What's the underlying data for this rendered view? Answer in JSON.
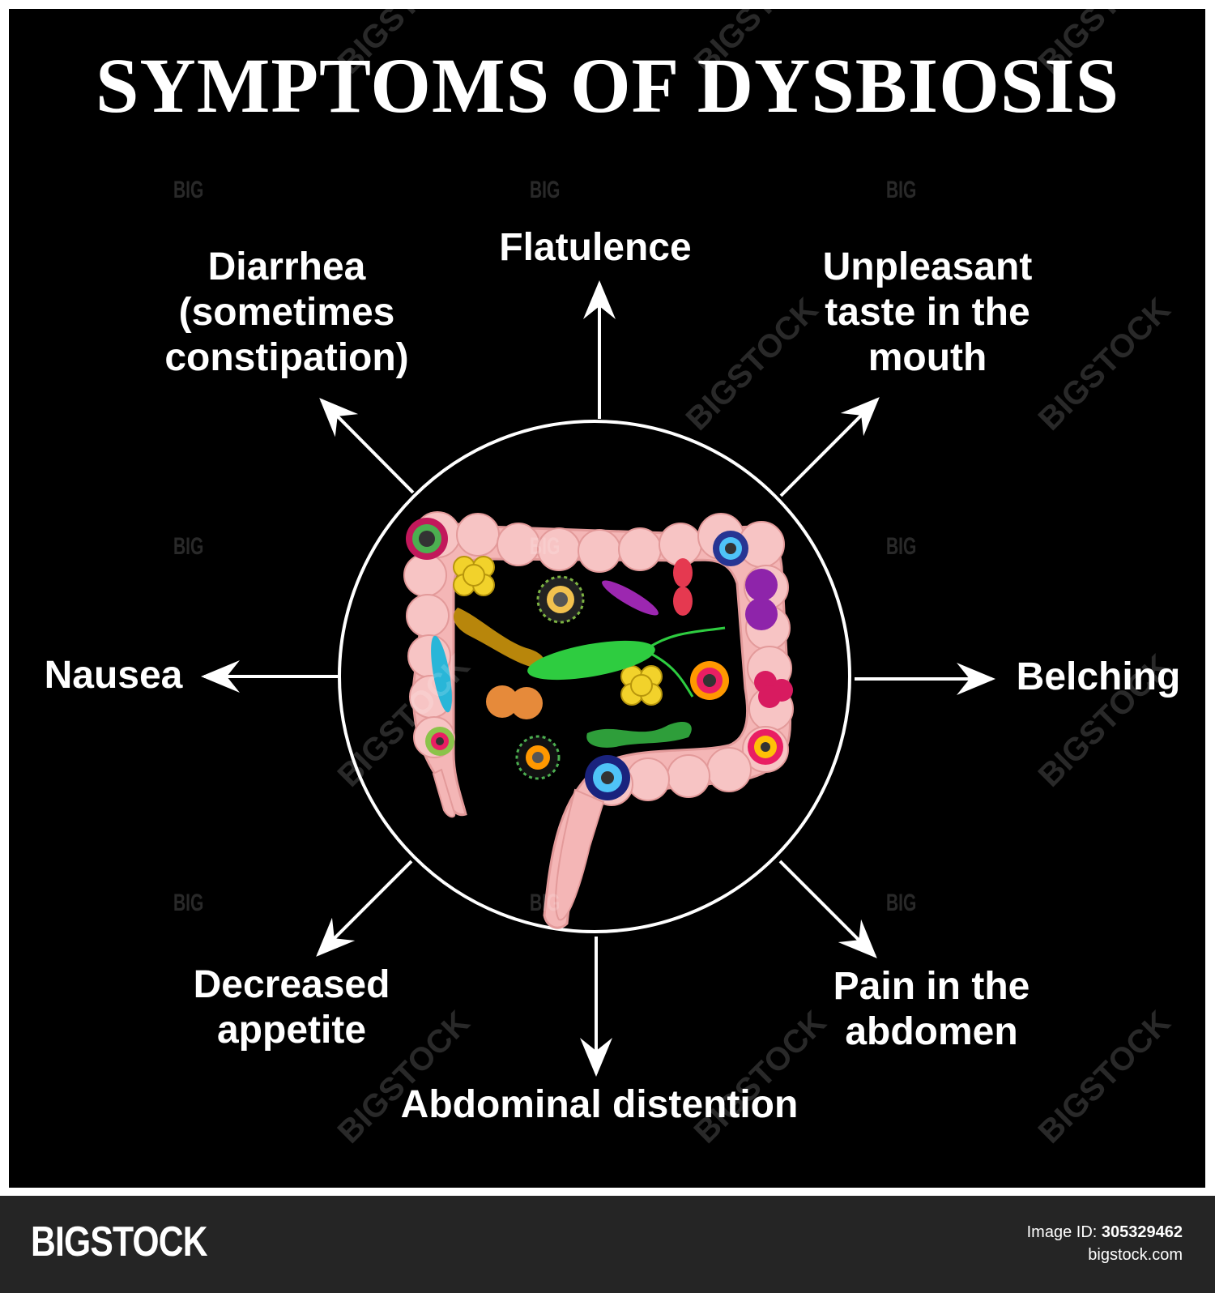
{
  "title": "SYMPTOMS OF DYSBIOSIS",
  "symptoms": {
    "diarrhea": [
      "Diarrhea",
      "(sometimes",
      "constipation)"
    ],
    "flatulence": "Flatulence",
    "taste": [
      "Unpleasant",
      "taste in the",
      "mouth"
    ],
    "nausea": "Nausea",
    "belching": "Belching",
    "appetite": [
      "Decreased",
      "appetite"
    ],
    "distention": "Abdominal distention",
    "pain": [
      "Pain in the",
      "abdomen"
    ]
  },
  "watermark": {
    "big": "BIG",
    "stock": "BIGSTOCK"
  },
  "footer": {
    "brand": "BIGSTOCK",
    "image_id_label": "Image ID:",
    "image_id": "305329462",
    "site": "bigstock.com"
  },
  "colors": {
    "background": "#000000",
    "text": "#ffffff",
    "intestine": "#f4b6b6",
    "footer": "#252525"
  }
}
